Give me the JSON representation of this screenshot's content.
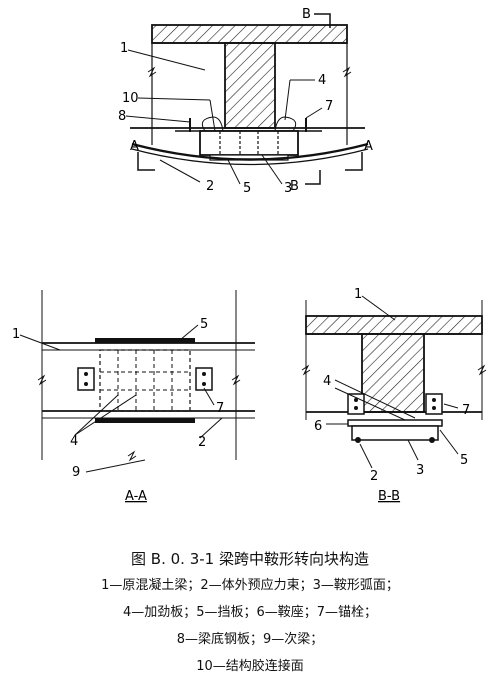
{
  "labels": {
    "n1": "1",
    "n2": "2",
    "n3": "3",
    "n4": "4",
    "n5": "5",
    "n6": "6",
    "n7": "7",
    "n8": "8",
    "n9": "9",
    "n10": "10",
    "section_a": "A",
    "section_b": "B"
  },
  "views": {
    "aa": "A-A",
    "bb": "B-B"
  },
  "caption": {
    "title": "图 B. 0. 3-1   梁跨中鞍形转向块构造",
    "legend_lines": [
      "1—原混凝土梁；2—体外预应力束；3—鞍形弧面；",
      "4—加劲板；5—挡板；6—鞍座；7—锚栓；",
      "8—梁底钢板；9—次梁；",
      "10—结构胶连接面"
    ]
  }
}
